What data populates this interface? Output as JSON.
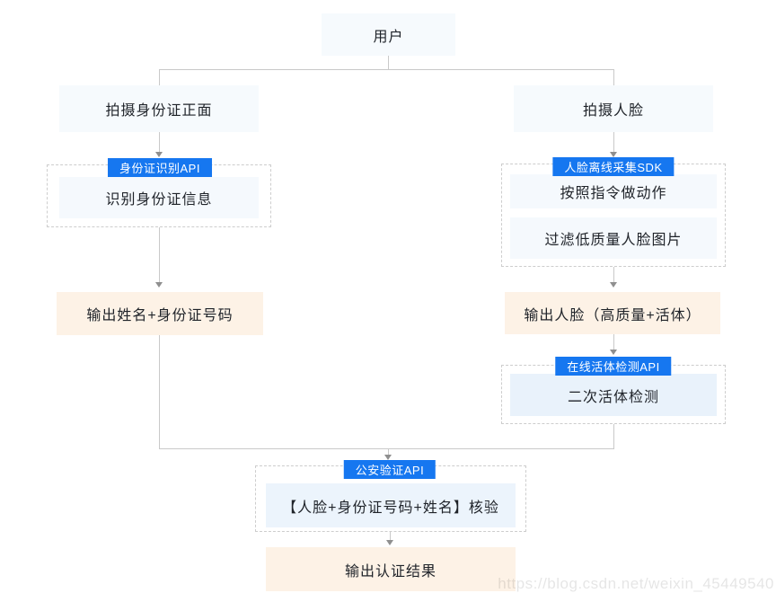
{
  "colors": {
    "api_label_bg": "#1677f0",
    "api_label_text": "#ffffff",
    "light_box_bg": "#f6fafd",
    "inner_box_bg": "#f5f9fd",
    "inner_blue_box_bg": "#e9f2fb",
    "orange_box_bg": "#fdf2e6",
    "connector_line": "#c9c9c9",
    "arrowhead": "#8f8f8f",
    "text": "#1f2329"
  },
  "nodes": {
    "user": "用户",
    "capture_id_front": "拍摄身份证正面",
    "capture_face": "拍摄人脸",
    "id_ocr_api_label": "身份证识别API",
    "recognize_id_info": "识别身份证信息",
    "face_offline_sdk_label": "人脸离线采集SDK",
    "follow_instructions": "按照指令做动作",
    "filter_low_quality_face": "过滤低质量人脸图片",
    "output_name_and_id": "输出姓名+身份证号码",
    "output_face": "输出人脸（高质量+活体）",
    "online_liveness_api_label": "在线活体检测API",
    "second_liveness_check": "二次活体检测",
    "police_verify_api_label": "公安验证API",
    "verify_face_id_name": "【人脸+身份证号码+姓名】核验",
    "output_auth_result": "输出认证结果"
  },
  "watermark": "https://blog.csdn.net/weixin_45449540"
}
